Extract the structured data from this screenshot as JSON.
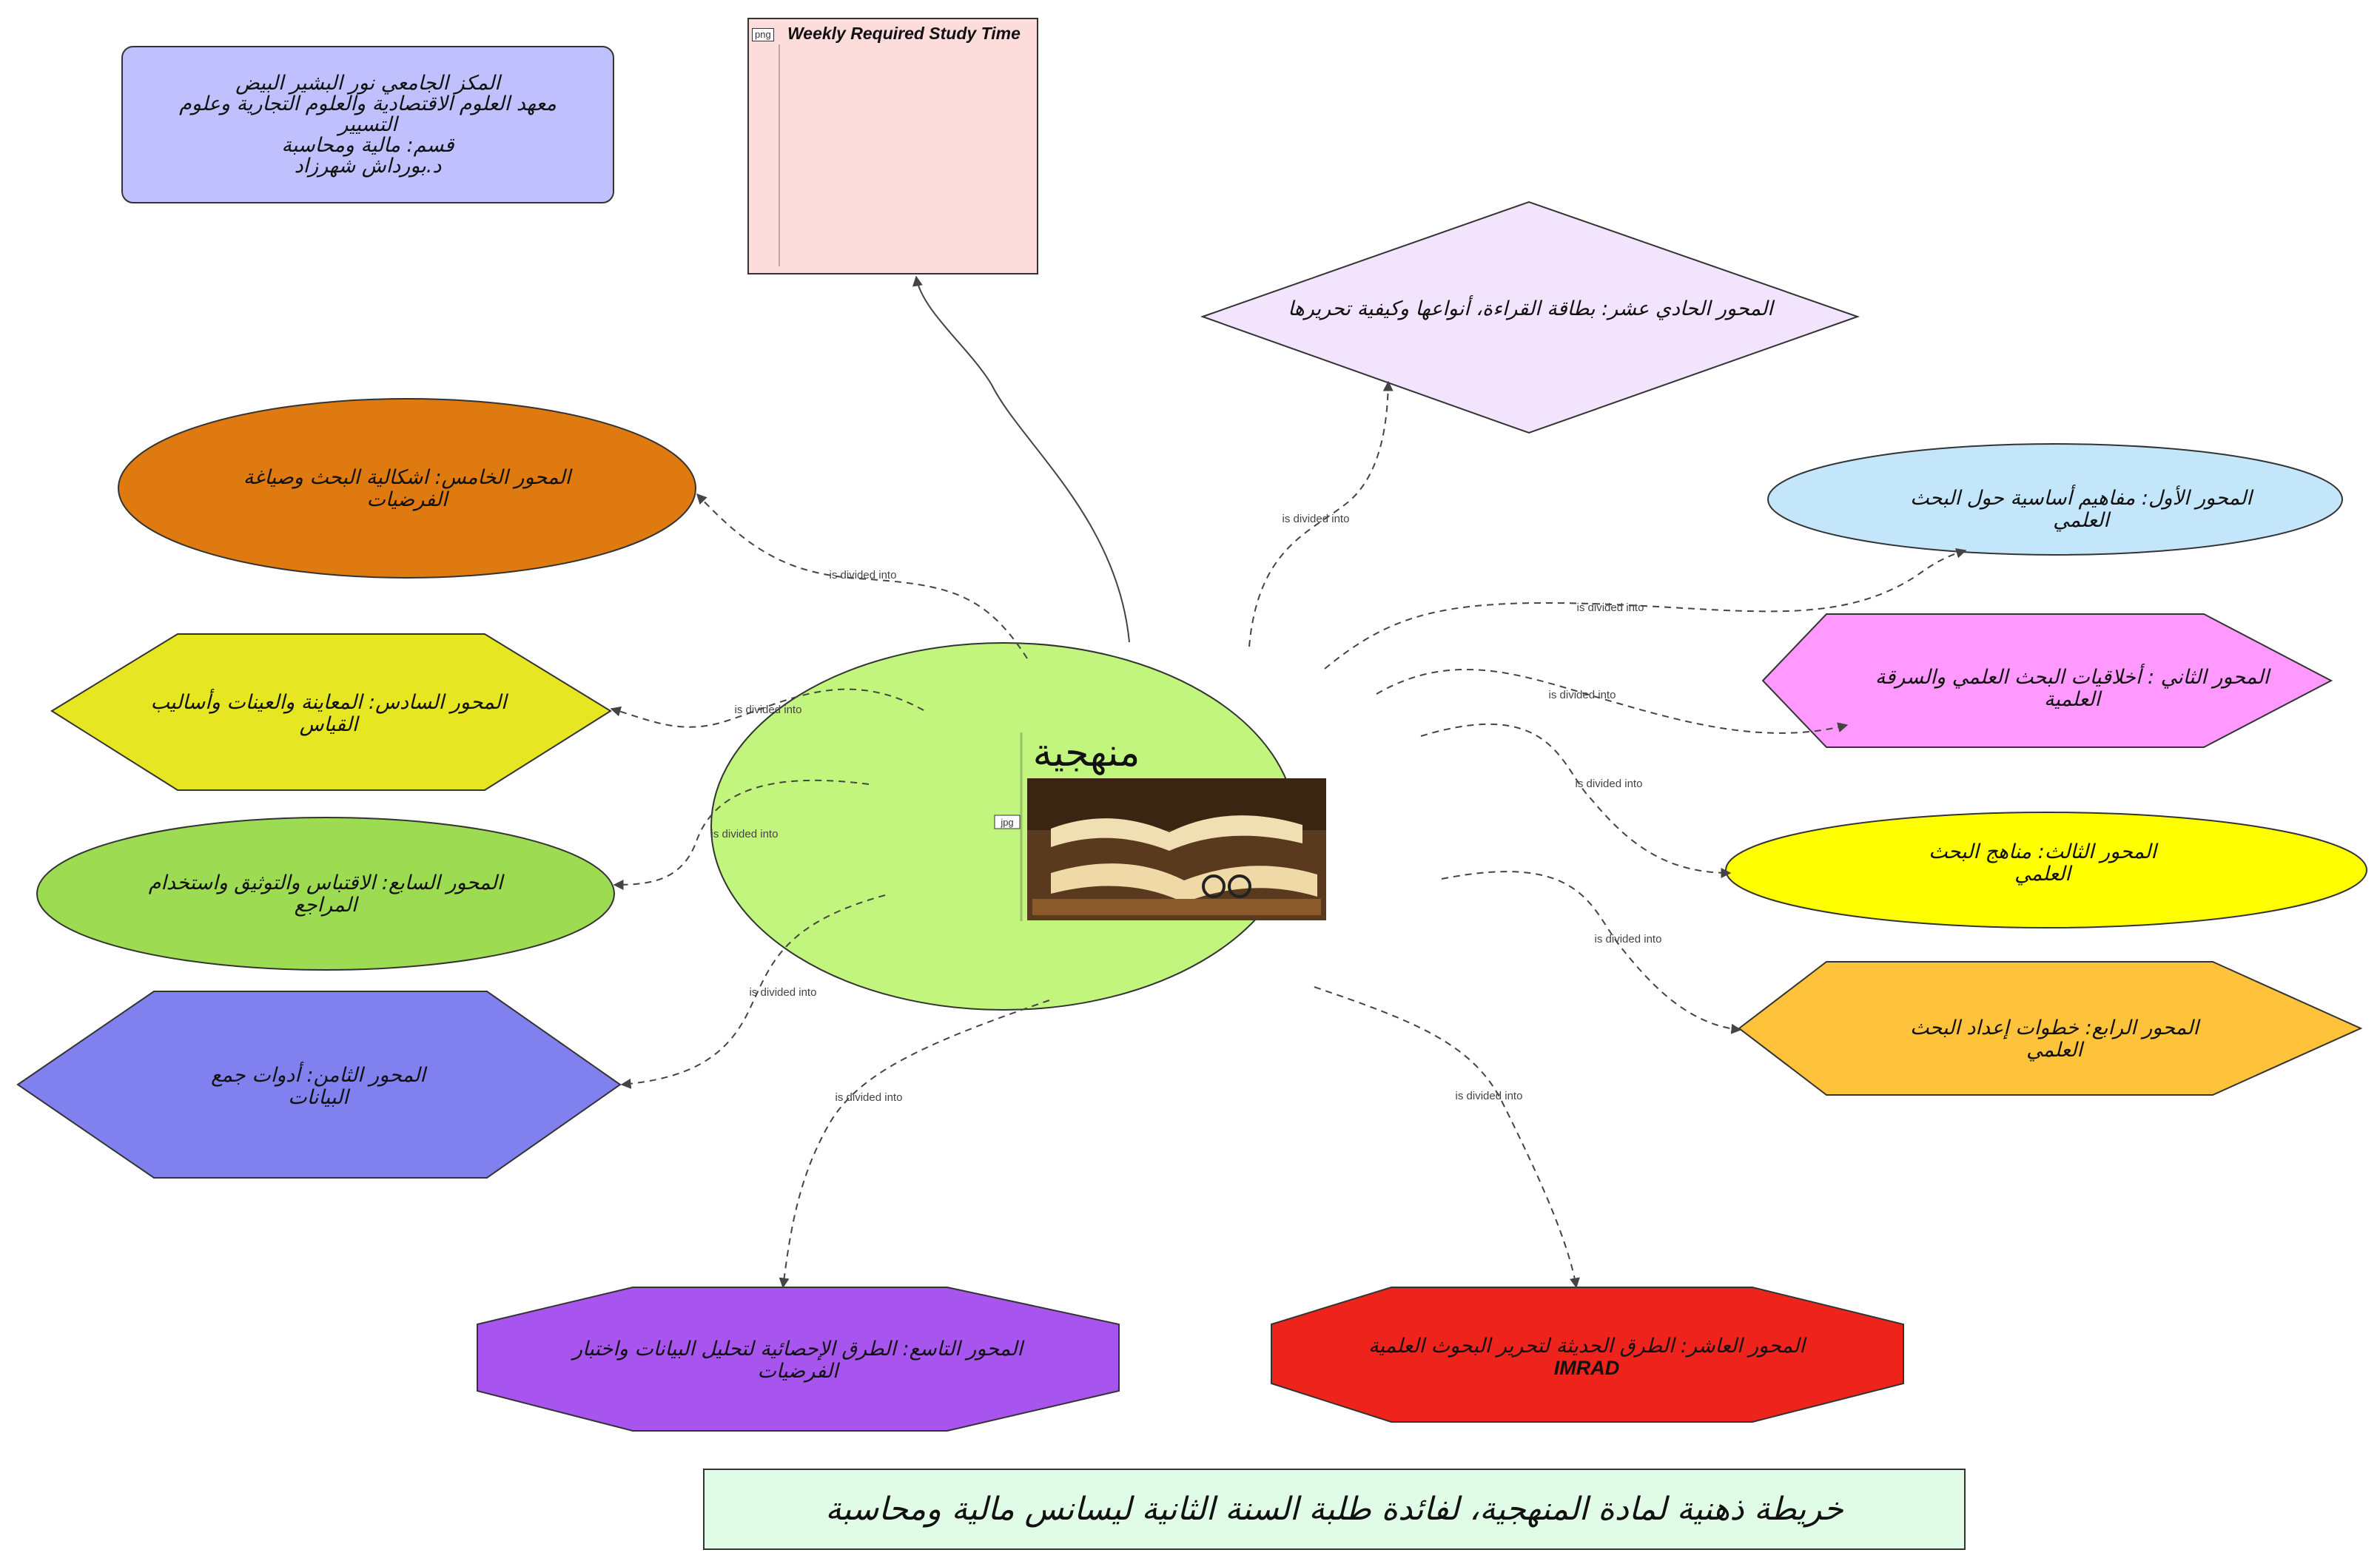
{
  "header_box": {
    "lines": "المكز الجامعي نور البشير البيض\nمعهد العلوم الاقتصادية والعلوم التجارية وعلوم\nالتسيير\nقسم: مالية ومحاسبة\nد.بورداش شهرزاد"
  },
  "clock_note": {
    "title": "Weekly Required Study Time",
    "tag": "png"
  },
  "center": {
    "title": "منهجية",
    "tag": "jpg"
  },
  "edge_label": "is divided into",
  "axes": [
    {
      "id": "axis-1",
      "lines": [
        "المحور الأول: مفاهيم أساسية حول البحث",
        "العلمي"
      ],
      "color": "#c4e6fb"
    },
    {
      "id": "axis-2",
      "lines": [
        "المحور الثاني : أخلاقيات البحث العلمي والسرقة",
        "العلمية"
      ],
      "color": "#ff99ff"
    },
    {
      "id": "axis-3",
      "lines": [
        "المحور الثالث: مناهج البحث",
        "العلمي"
      ],
      "color": "#ffff00"
    },
    {
      "id": "axis-4",
      "lines": [
        "المحور الرابع: خطوات إعداد البحث",
        "العلمي"
      ],
      "color": "#fec33b"
    },
    {
      "id": "axis-5",
      "lines": [
        "المحور الخامس: اشكالية البحث وصياغة",
        "الفرضيات"
      ],
      "color": "#de7a10"
    },
    {
      "id": "axis-6",
      "lines": [
        "المحور السادس: المعاينة والعينات وأساليب",
        "القياس"
      ],
      "color": "#e6e622"
    },
    {
      "id": "axis-7",
      "lines": [
        "المحور السابع: الاقتباس والتوثيق واستخدام",
        "المراجع"
      ],
      "color": "#9ddc52"
    },
    {
      "id": "axis-8",
      "lines": [
        "المحور الثامن: أدوات جمع",
        "البيانات"
      ],
      "color": "#8080ef"
    },
    {
      "id": "axis-9",
      "lines": [
        "المحور التاسع: الطرق الإحصائية لتحليل البيانات واختبار",
        "الفرضيات"
      ],
      "color": "#a855f0"
    },
    {
      "id": "axis-10",
      "lines": [
        "المحور العاشر: الطرق الحديثة لتحرير البحوث العلمية",
        "IMRAD"
      ],
      "color": "#ee231c"
    },
    {
      "id": "axis-11",
      "lines": [
        "المحور الحادي عشر: بطاقة القراءة، أنواعها وكيفية تحريرها"
      ],
      "color": "#f2e4fc"
    }
  ],
  "bottom_title": {
    "text": "خريطة ذهنية لمادة المنهجية، لفائدة طلبة السنة الثانية ليسانس مالية ومحاسبة"
  },
  "colors": {
    "center_fill": "#c2f57e",
    "header_fill": "#c0c0ff",
    "clock_fill": "#fddcdc",
    "title_fill": "#e0fce6",
    "edge": "#444444"
  }
}
